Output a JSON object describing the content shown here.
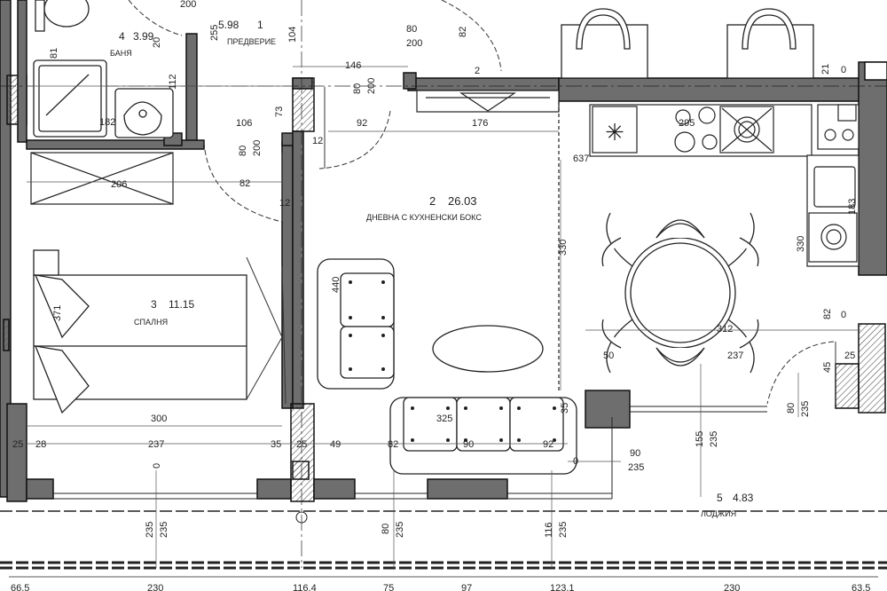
{
  "rooms": [
    {
      "number": "1",
      "area": "5.98",
      "name": "ПРЕДВЕРИЕ"
    },
    {
      "number": "2",
      "area": "26.03",
      "name": "ДНЕВНА С КУХНЕНСКИ БОКС"
    },
    {
      "number": "3",
      "area": "11.15",
      "name": "СПАЛНЯ"
    },
    {
      "number": "4",
      "area": "3.99",
      "name": "БАНЯ"
    },
    {
      "number": "5",
      "area": "4.83",
      "name": "ЛОДЖИЯ"
    }
  ],
  "dimensions": {
    "d200_top": "200",
    "d255": "255",
    "d104": "104",
    "d20": "20",
    "d80_200_top_a": "80",
    "d80_200_top_b": "200",
    "d82_top": "82",
    "d146": "146",
    "d80_v": "80",
    "d200_v": "200",
    "d2": "2",
    "d176": "176",
    "d21": "21",
    "d0_right1": "0",
    "d81": "81",
    "d112": "112",
    "d182": "182",
    "d106": "106",
    "d73": "73",
    "d92": "92",
    "d12_a": "12",
    "d12_b": "12",
    "d80_200_mid_a": "80",
    "d80_200_mid_b": "200",
    "d206": "206",
    "d82_mid": "82",
    "d295": "295",
    "d637": "637",
    "d183": "183",
    "d330_l": "330",
    "d330_r": "330",
    "d371": "371",
    "d440": "440",
    "d312": "312",
    "d82_r": "82",
    "d0_right2": "0",
    "d50": "50",
    "d237_r": "237",
    "d45": "45",
    "d25_r": "25",
    "d80_235_a": "80",
    "d80_235_b": "235",
    "d300": "300",
    "d325": "325",
    "d35_mid": "35",
    "d25_a": "25",
    "d28": "28",
    "d237": "237",
    "d35": "35",
    "d25_b": "25",
    "d49": "49",
    "d82_b": "82",
    "d90_b": "90",
    "d92_b": "92",
    "d0_b": "0",
    "d90_235_a": "90",
    "d90_235_b": "235",
    "d155_235_a": "155",
    "d155_235_b": "235",
    "d0_bed": "0",
    "d235_235_a": "235",
    "d235_235_b": "235",
    "d80_235_bot_a": "80",
    "d80_235_bot_b": "235",
    "d116_235_a": "116",
    "d116_235_b": "235",
    "bottom_row": [
      "66.5",
      "230",
      "116.4",
      "75",
      "97",
      "123.1",
      "230",
      "63.5"
    ]
  }
}
